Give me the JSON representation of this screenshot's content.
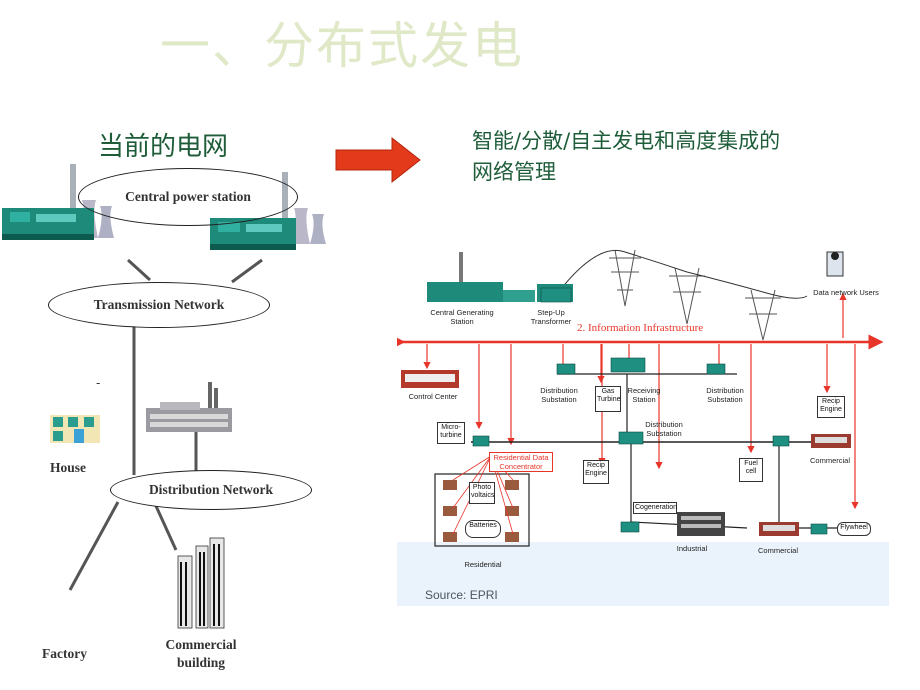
{
  "title": "一、分布式发电",
  "left_heading": "当前的电网",
  "right_heading_line1": "智能/分散/自主发电和高度集成的",
  "right_heading_line2": "网络管理",
  "left": {
    "central": "Central power station",
    "transmission": "Transmission  Network",
    "distribution": "Distribution  Network",
    "house": "House",
    "factory": "Factory",
    "commercial_line1": "Commercial",
    "commercial_line2": "building",
    "dash": "-"
  },
  "diagram": {
    "central_gen": "Central Generating\nStation",
    "stepup": "Step-Up\nTransformer",
    "info_infra": "2. Information Infrastructure",
    "users": "Data network Users",
    "control": "Control Center",
    "dist_sub_1": "Distribution\nSubstation",
    "gas_turbine": "Gas\nTurbine",
    "receiving": "Receiving\nStation",
    "dist_sub_2": "Distribution\nSubstation",
    "recip_1": "Recip\nEngine",
    "microturbine": "Micro-\nturbine",
    "dist_sub_3": "Distribution\nSubstation",
    "commercial_1": "Commercial",
    "residential_data": "Residential Data\nConcentrator",
    "recip_2": "Recip\nEngine",
    "fuel_cell": "Fuel\ncell",
    "photovoltaics": "Photo\nvoltaics",
    "batteries": "Batteries",
    "cogeneration": "Cogeneration",
    "flywheel": "Flywheel",
    "industrial": "Industrial",
    "commercial_2": "Commercial",
    "residential": "Residential",
    "source": "Source: EPRI"
  }
}
